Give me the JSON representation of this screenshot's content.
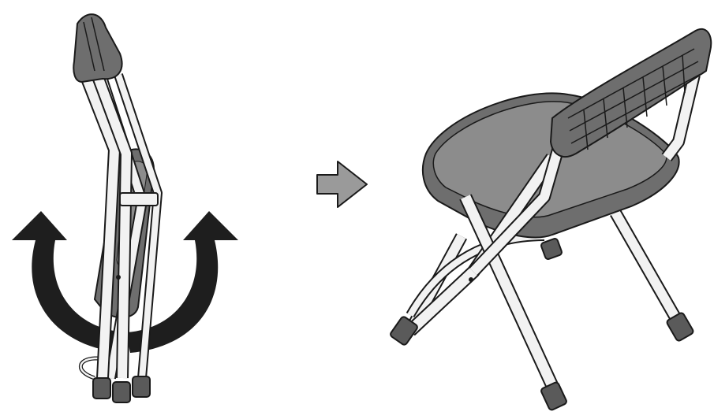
{
  "diagram": {
    "steps": [
      {
        "name": "folded-chair",
        "state": "folded"
      },
      {
        "name": "unfolded-chair",
        "state": "unfolded"
      }
    ],
    "connector_icon": "right-arrow-icon",
    "motion_icons": [
      "curved-arrow-left-icon",
      "curved-arrow-right-icon"
    ]
  },
  "colors": {
    "frame": "#f2f2f2",
    "outline": "#1a1a1a",
    "seat": "#6e6e6e",
    "seat_light": "#8c8c8c",
    "feet": "#5a5a5a",
    "motion_arrows": "#1e1e1e",
    "step_arrow": "#9a9a9a"
  }
}
